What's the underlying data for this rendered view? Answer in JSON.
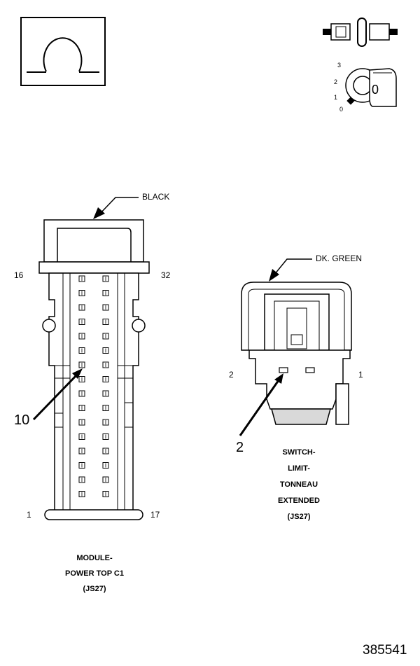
{
  "header": {
    "symbol_icon": "omega-ground-symbol-icon",
    "fuse_icon": "inline-fuse-icon",
    "ignition_icon": "ignition-key-icon",
    "key_positions": [
      "3",
      "2",
      "1",
      "0"
    ],
    "key_label": "0"
  },
  "connector_left": {
    "color_label": "BLACK",
    "pin_top_left": "16",
    "pin_top_right": "32",
    "pin_bottom_left": "1",
    "pin_bottom_right": "17",
    "callout_pin": "10",
    "name_lines": [
      "MODULE-",
      "POWER TOP C1",
      "(JS27)"
    ]
  },
  "connector_right": {
    "color_label": "DK. GREEN",
    "pin_left": "2",
    "pin_right": "1",
    "callout_pin": "2",
    "name_lines": [
      "SWITCH-",
      "LIMIT-",
      "TONNEAU",
      "EXTENDED",
      "(JS27)"
    ]
  },
  "figure_number": "385541",
  "colors": {
    "line": "#000000",
    "shade": "#d9d9d9",
    "background": "#ffffff"
  }
}
